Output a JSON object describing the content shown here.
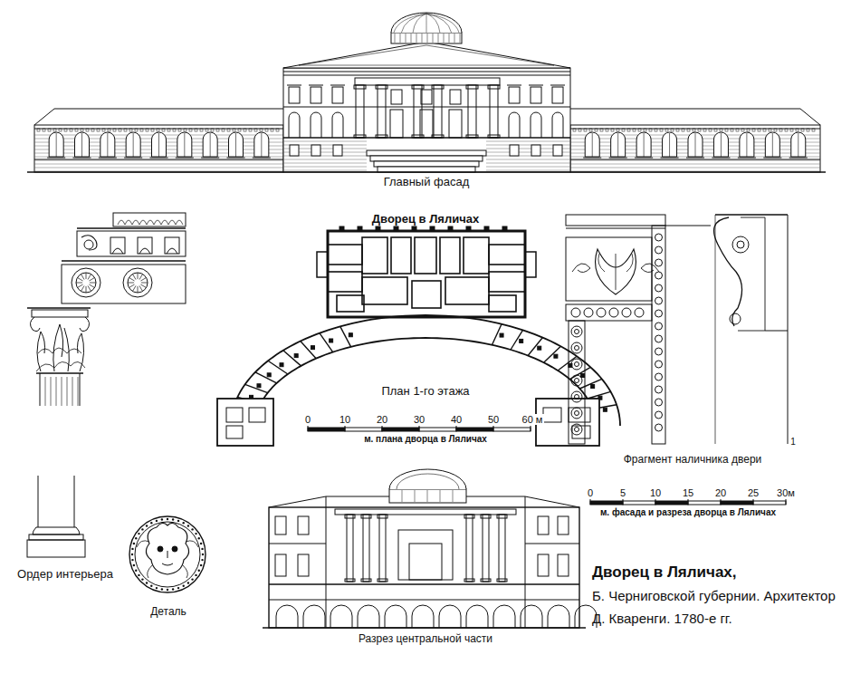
{
  "diagram": {
    "title": "Дворец в Ляличах,",
    "caption": "Б. Черниговской губернии. Архитектор Д. Кваренги. 1780-е гг.",
    "labels": [
      "Главный фасад",
      "Дворец в Ляличах",
      "План 1-го этажа",
      "0",
      "10",
      "20",
      "30",
      "40",
      "50",
      "60 м",
      "м. плана дворца в Ляличах",
      "Фрагмент наличника двери",
      "1",
      "0",
      "5",
      "10",
      "15",
      "20",
      "25",
      "30м",
      "м. фасада и разреза дворца в Ляличах",
      "Ордер интерьера",
      "Деталь",
      "Разрез центральной части"
    ]
  }
}
